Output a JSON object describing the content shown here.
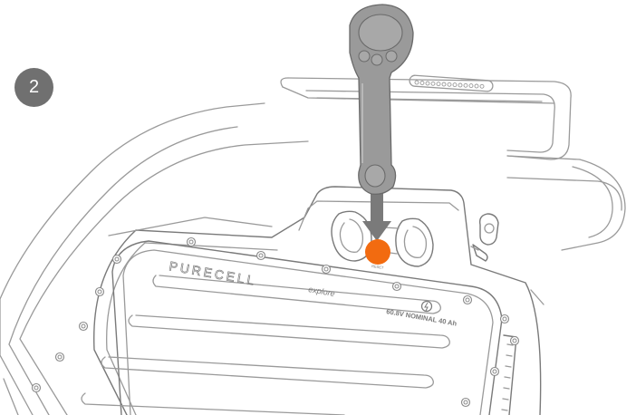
{
  "step": {
    "number": "2"
  },
  "labels": {
    "brand": "PURECELL",
    "model": "explore",
    "spec": "60.8V NOMINAL 40 Ah",
    "reset": "RESET"
  },
  "colors": {
    "highlight": "#f26b10",
    "badge": "#707070",
    "tool": "#9a9a9a",
    "arrow": "#7a7a7a"
  }
}
